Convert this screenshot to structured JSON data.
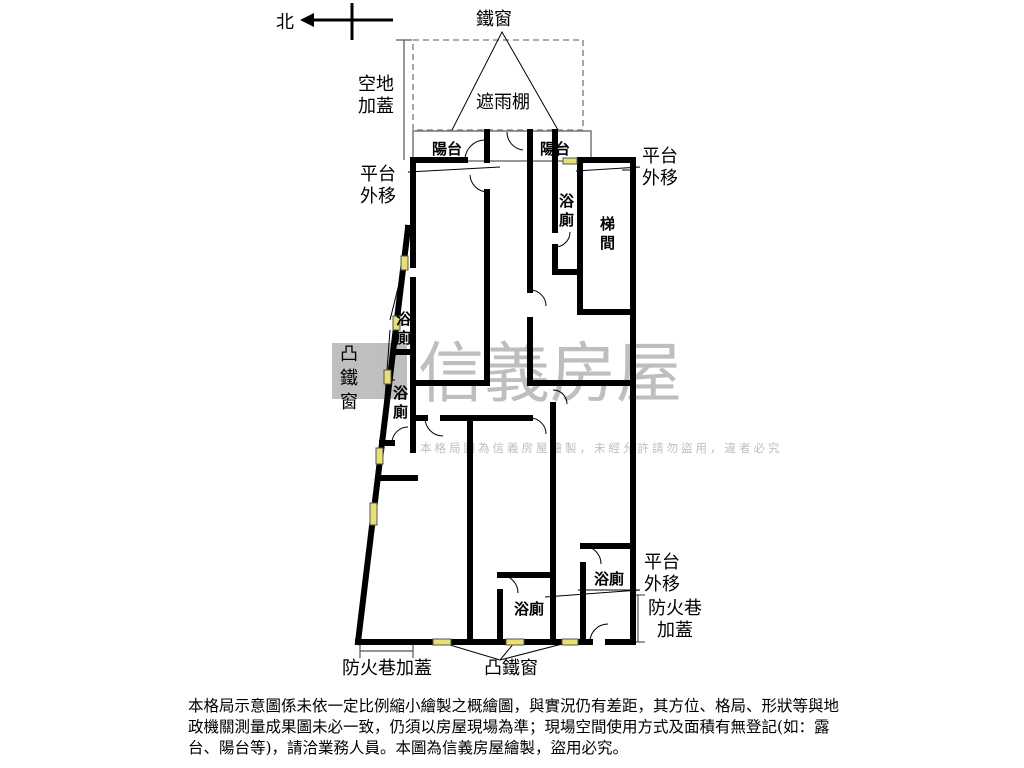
{
  "compass": {
    "north_label": "北"
  },
  "labels": {
    "iron_window_top": "鐵窗",
    "rain_shelter": "遮雨棚",
    "vacant_land_addition": "空地加蓋",
    "balcony": "陽台",
    "platform_shift": "平台外移",
    "bathroom": "浴廁",
    "stairwell": "梯間",
    "bay_iron_window": "凸鐵窗",
    "fire_lane_addition": "防火巷加蓋"
  },
  "watermark": {
    "brand": "信義房屋",
    "notice": "本格局圖為信義房屋繪製，未經允許請勿盜用，違者必究"
  },
  "disclaimer": "本格局示意圖係未依一定比例縮小繪製之概繪圖，與實況仍有差距，其方位、格局、形狀等與地政機關測量成果圖未必一致，仍須以房屋現場為準；現場空間使用方式及面積有無登記(如：露台、陽台等)，請洽業務人員。本圖為信義房屋繪製，盜用必究。",
  "colors": {
    "wall": "#000000",
    "window": "#e8e070",
    "watermark": "#9a9a9a"
  }
}
